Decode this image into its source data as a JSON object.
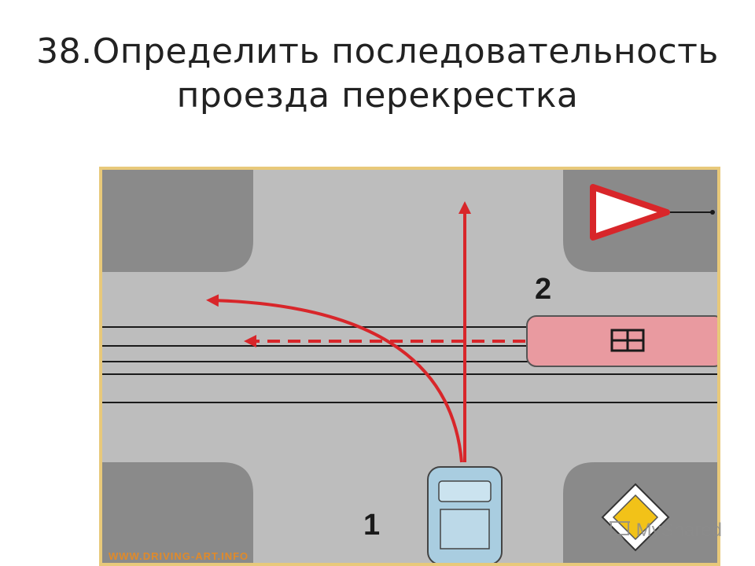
{
  "slide": {
    "title_line1": "38.Определить последовательность",
    "title_line2": "проезда перекрестка"
  },
  "diagram": {
    "vehicle_1_label": "1",
    "vehicle_2_label": "2",
    "signs": [
      "yield-sign",
      "priority-road-sign"
    ],
    "vehicles": [
      {
        "id": "car",
        "label": "1",
        "color": "#a9cde0"
      },
      {
        "id": "tram",
        "label": "2",
        "color": "#e99aa0"
      }
    ],
    "colors": {
      "road": "#bdbdbd",
      "sidewalk": "#8a8a8a",
      "arrow": "#d8262a",
      "frame": "#e8c97a"
    }
  },
  "footer": {
    "site_url": "WWW.DRIVING-ART.INFO",
    "watermark_text": "MyShared"
  }
}
